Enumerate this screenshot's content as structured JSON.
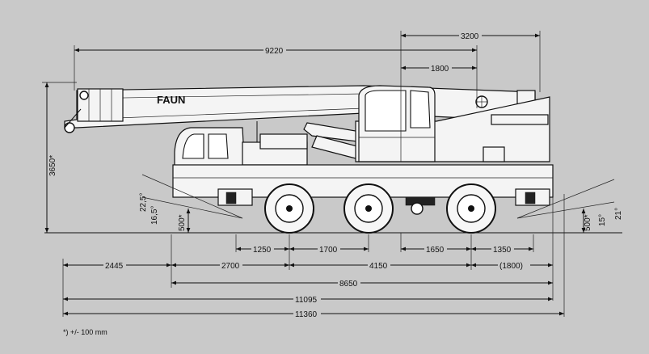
{
  "brand": {
    "logo_text": "FAUN"
  },
  "dimensions": {
    "overall_length_top": "9220",
    "cab_span": "3200",
    "cab_inner": "1800",
    "height": "3650*",
    "front_approach_angle": "22,5°",
    "front_approach_angle_2": "16,5°",
    "front_ground_clearance": "500*",
    "axle_spacing_1": "1250",
    "axle_spacing_2": "1700",
    "rear_axle_spacing": "1650",
    "rear_overhang": "1350",
    "rear_angle_1": "21°",
    "rear_angle_2": "15°",
    "rear_ground_clearance": "500*",
    "front_overhang": "2445",
    "wheelbase_front": "2700",
    "wheelbase_mid": "4150",
    "rear_overhang_bracket": "(1800)",
    "outrigger_span": "8650",
    "total_length_1": "11095",
    "total_length_2": "11360"
  },
  "footnote": "*)  +/- 100 mm"
}
